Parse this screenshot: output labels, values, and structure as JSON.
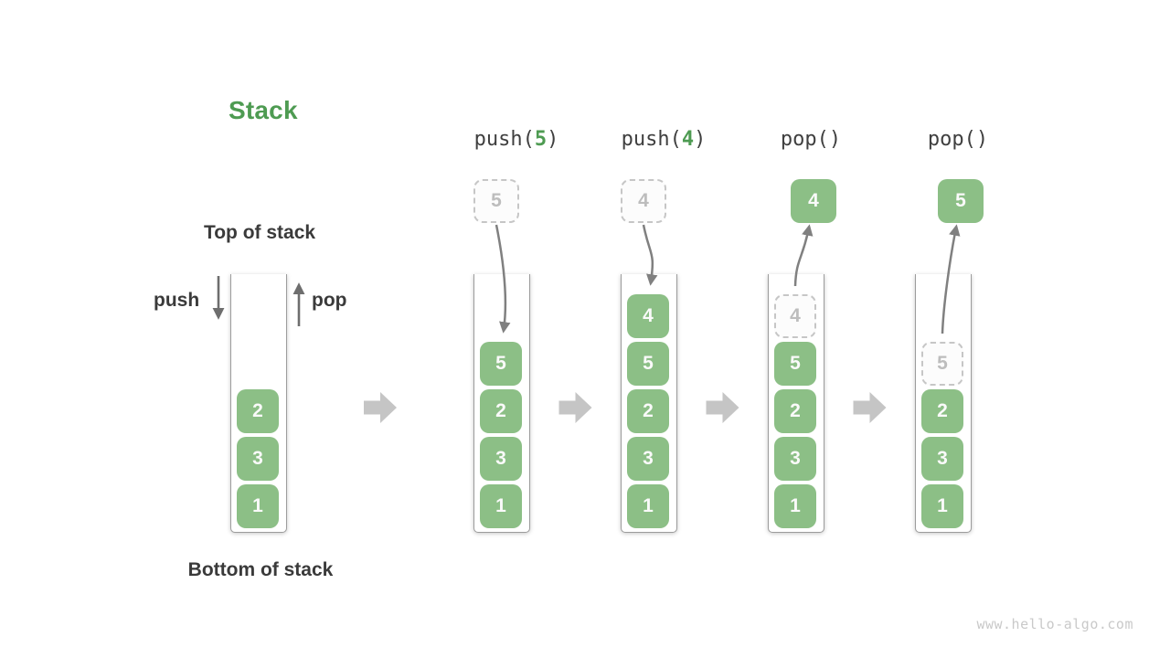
{
  "title": "Stack",
  "labels": {
    "top_of_stack": "Top of stack",
    "bottom_of_stack": "Bottom of stack",
    "push": "push",
    "pop": "pop"
  },
  "watermark": "www.hello-algo.com",
  "colors": {
    "accent_green": "#4E9B52",
    "box_green": "#8CBF86",
    "box_text": "#FAFAFA",
    "ghost_border": "#C6C6C6",
    "ghost_text": "#BDBDBD",
    "arrow_gray": "#808080",
    "block_arrow_gray": "#C5C5C5"
  },
  "main_stack": {
    "items": [
      "2",
      "3",
      "1"
    ]
  },
  "operations": [
    {
      "label": {
        "pre": "push(",
        "arg": "5",
        "post": ")"
      },
      "direction": "in",
      "floating_box": {
        "value": "5",
        "variant": "ghost"
      },
      "stack": [
        {
          "value": "5",
          "variant": "solid"
        },
        {
          "value": "2",
          "variant": "solid"
        },
        {
          "value": "3",
          "variant": "solid"
        },
        {
          "value": "1",
          "variant": "solid"
        }
      ]
    },
    {
      "label": {
        "pre": "push(",
        "arg": "4",
        "post": ")"
      },
      "direction": "in",
      "floating_box": {
        "value": "4",
        "variant": "ghost"
      },
      "stack": [
        {
          "value": "4",
          "variant": "solid"
        },
        {
          "value": "5",
          "variant": "solid"
        },
        {
          "value": "2",
          "variant": "solid"
        },
        {
          "value": "3",
          "variant": "solid"
        },
        {
          "value": "1",
          "variant": "solid"
        }
      ]
    },
    {
      "label": {
        "pre": "pop(",
        "arg": "",
        "post": ")"
      },
      "direction": "out",
      "floating_box": {
        "value": "4",
        "variant": "solid"
      },
      "stack": [
        {
          "value": "4",
          "variant": "ghost"
        },
        {
          "value": "5",
          "variant": "solid"
        },
        {
          "value": "2",
          "variant": "solid"
        },
        {
          "value": "3",
          "variant": "solid"
        },
        {
          "value": "1",
          "variant": "solid"
        }
      ]
    },
    {
      "label": {
        "pre": "pop(",
        "arg": "",
        "post": ")"
      },
      "direction": "out",
      "floating_box": {
        "value": "5",
        "variant": "solid"
      },
      "stack": [
        {
          "value": "5",
          "variant": "ghost"
        },
        {
          "value": "2",
          "variant": "solid"
        },
        {
          "value": "3",
          "variant": "solid"
        },
        {
          "value": "1",
          "variant": "solid"
        }
      ]
    }
  ]
}
